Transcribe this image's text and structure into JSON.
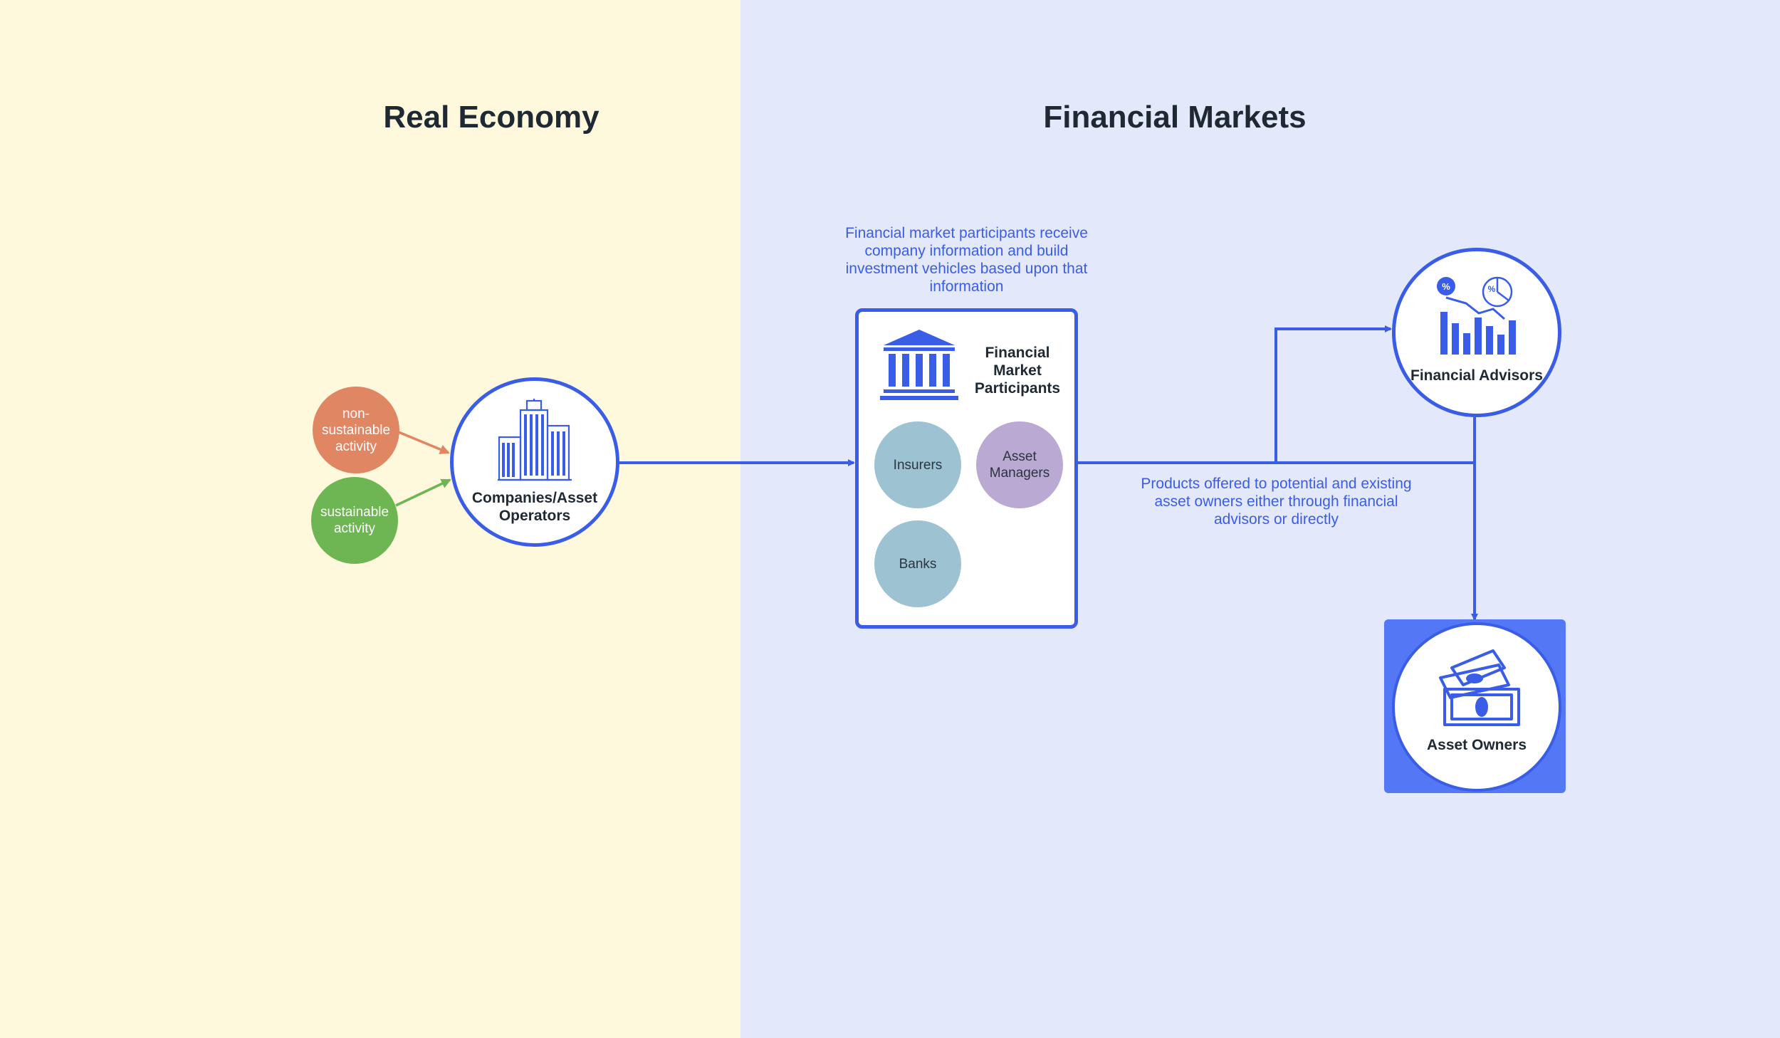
{
  "sections": {
    "left": {
      "title": "Real Economy"
    },
    "right": {
      "title": "Financial Markets"
    }
  },
  "activities": {
    "non_sustainable": "non-sustainable activity",
    "sustainable": "sustainable activity"
  },
  "nodes": {
    "companies": "Companies/Asset Operators",
    "financial_market_participants": {
      "title": "Financial Market Participants",
      "members": [
        "Insurers",
        "Asset Managers",
        "Banks"
      ]
    },
    "financial_advisors": "Financial Advisors",
    "asset_owners": "Asset Owners"
  },
  "annotations": {
    "fmp": "Financial market participants receive company information and build investment vehicles based upon that information",
    "products": "Products offered to potential and existing asset owners either through financial advisors or directly"
  },
  "icons": {
    "companies": "office-buildings-icon",
    "fmp": "bank-building-icon",
    "advisors": "financial-chart-icon",
    "owners": "money-bills-icon"
  },
  "colors": {
    "accent": "#3A5DE8",
    "real_economy_bg": "#FEF8DC",
    "financial_markets_bg": "#E3E8FB",
    "non_sustainable": "#E08663",
    "sustainable": "#6EB553",
    "insurers": "#9DC3D3",
    "asset_managers": "#B9A9D3",
    "asset_owners_bg": "#5377F5"
  }
}
